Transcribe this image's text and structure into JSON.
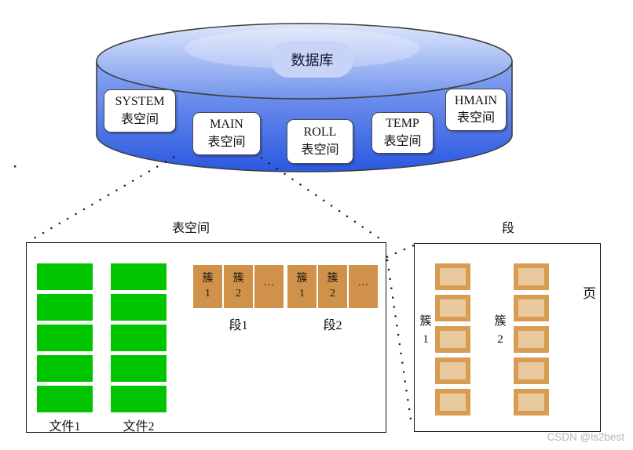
{
  "cylinder": {
    "db_label": "数据库",
    "tablespaces": [
      {
        "name": "SYSTEM",
        "type": "表空间"
      },
      {
        "name": "MAIN",
        "type": "表空间"
      },
      {
        "name": "ROLL",
        "type": "表空间"
      },
      {
        "name": "TEMP",
        "type": "表空间"
      },
      {
        "name": "HMAIN",
        "type": "表空间"
      }
    ]
  },
  "tablespace_panel": {
    "title": "表空间",
    "file_labels": [
      "文件1",
      "文件2"
    ],
    "segments": [
      {
        "label": "段1",
        "clusters": [
          {
            "line1": "簇",
            "line2": "1"
          },
          {
            "line1": "簇",
            "line2": "2"
          },
          {
            "line1": "···",
            "line2": ""
          }
        ]
      },
      {
        "label": "段2",
        "clusters": [
          {
            "line1": "簇",
            "line2": "1"
          },
          {
            "line1": "簇",
            "line2": "2"
          },
          {
            "line1": "···",
            "line2": ""
          }
        ]
      }
    ]
  },
  "segment_panel": {
    "title": "段",
    "cluster_labels": [
      {
        "line1": "簇",
        "line2": "1"
      },
      {
        "line1": "簇",
        "line2": "2"
      }
    ],
    "page_label": "页"
  },
  "watermark": "CSDN @ls2best",
  "colors": {
    "cylinder_top_light": "#dde6fb",
    "cylinder_top_dark": "#7194ec",
    "cylinder_body_top": "#8ca8f3",
    "cylinder_body_bottom": "#2a58e0",
    "db_pill": "#c7d3f7",
    "file_green": "#00c400",
    "cluster_orange": "#d0914a",
    "page_frame": "#d89c52",
    "page_fill": "#e9c99e",
    "watermark_gray": "#b6b6b6"
  }
}
